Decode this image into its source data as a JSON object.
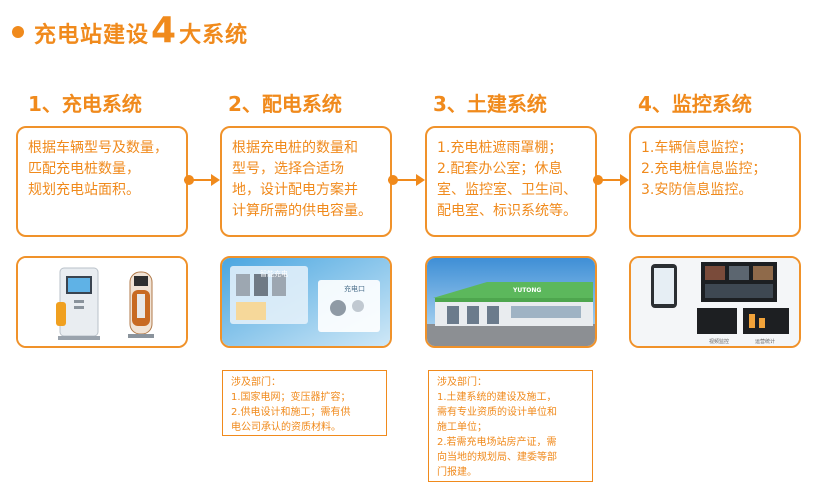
{
  "header": {
    "title_pre": "充电站建设",
    "title_num": "4",
    "title_post": "大系统"
  },
  "steps": [
    {
      "title": "1、充电系统",
      "lines": [
        "根据车辆型号及数量，",
        "匹配充电桩数量，",
        "规划充电站面积。"
      ]
    },
    {
      "title": "2、配电系统",
      "lines": [
        "根据充电桩的数量和",
        "型号，选择合适场",
        "地，设计配电方案并",
        "计算所需的供电容量。"
      ]
    },
    {
      "title": "3、土建系统",
      "lines": [
        "1.充电桩遮雨罩棚；",
        "2.配套办公室；休息",
        "室、监控室、卫生间、",
        "配电室、标识系统等。"
      ]
    },
    {
      "title": "4、监控系统",
      "lines": [
        "1.车辆信息监控；",
        "2.充电桩信息监控；",
        "3.安防信息监控。"
      ]
    }
  ],
  "images": {
    "img2_label1": "智能充电",
    "img2_label2": "充电口",
    "img3_sign": "YUTONG",
    "img4_label1": "视频监控",
    "img4_label2": "运营统计"
  },
  "notes": [
    {
      "lines": [
        "涉及部门：",
        "1.国家电网；变压器扩容；",
        "2.供电设计和施工；需有供",
        "电公司承认的资质材料。"
      ]
    },
    {
      "lines": [
        "涉及部门：",
        "1.土建系统的建设及施工，",
        "需有专业资质的设计单位和",
        "施工单位；",
        "2.若需充电场站房产证，需",
        "向当地的规划局、建委等部",
        "门报建。"
      ]
    }
  ],
  "colors": {
    "accent": "#f08a1c",
    "border": "#f0922a"
  }
}
